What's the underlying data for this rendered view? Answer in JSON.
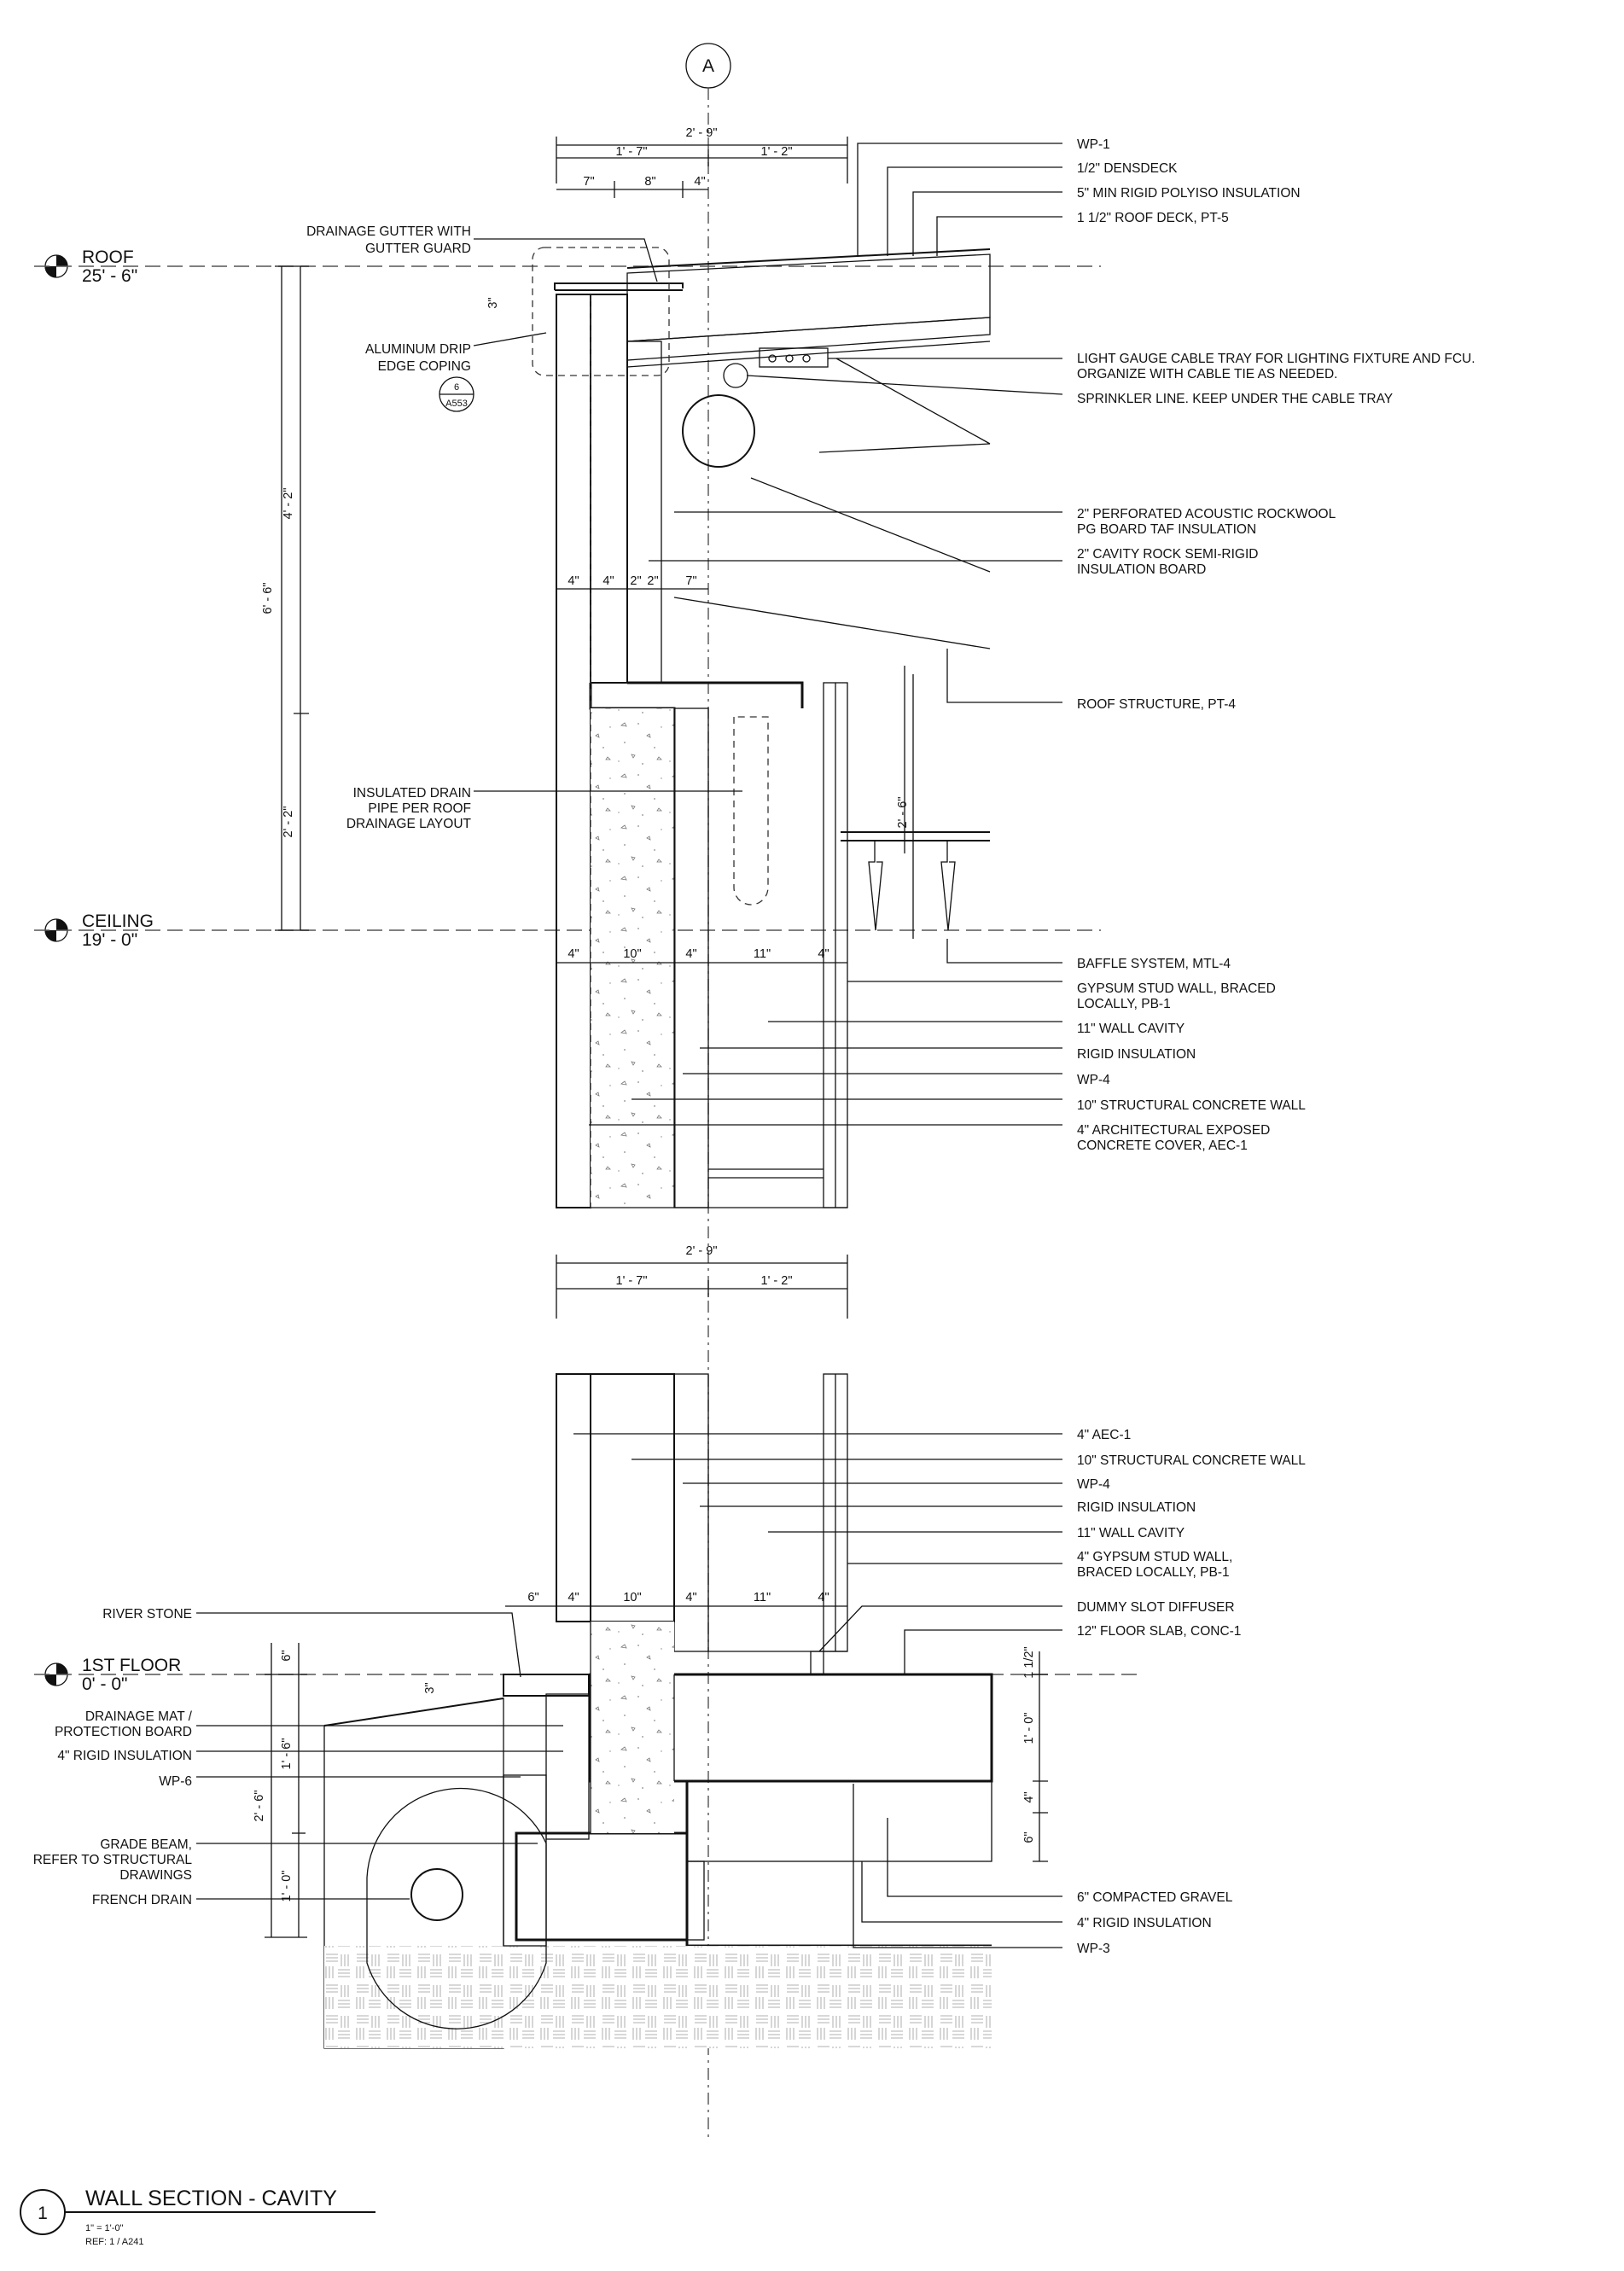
{
  "grid_marker": "A",
  "levels": {
    "roof": {
      "name": "ROOF",
      "elevation": "25' - 6\""
    },
    "ceiling": {
      "name": "CEILING",
      "elevation": "19' - 0\""
    },
    "first_floor": {
      "name": "1ST FLOOR",
      "elevation": "0' - 0\""
    }
  },
  "dimensions": {
    "top_overall": "2' - 9\"",
    "top_left": "1' - 7\"",
    "top_right": "1' - 2\"",
    "top_7": "7\"",
    "top_8": "8\"",
    "top_4": "4\"",
    "parapet_3": "3\"",
    "v_4_2": "4' - 2\"",
    "v_6_6": "6' - 6\"",
    "v_2_2": "2' - 2\"",
    "mid_4a": "4\"",
    "mid_4b": "4\"",
    "mid_2a": "2\"",
    "mid_2b": "2\"",
    "mid_7": "7\"",
    "v_2_6_ceiling": "2' - 6\"",
    "ceil_4a": "4\"",
    "ceil_10": "10\"",
    "ceil_4b": "4\"",
    "ceil_11": "11\"",
    "ceil_4c": "4\"",
    "low_overall": "2' - 9\"",
    "low_left": "1' - 7\"",
    "low_right": "1' - 2\"",
    "base_6": "6\"",
    "base_4a": "4\"",
    "base_10": "10\"",
    "base_4b": "4\"",
    "base_11": "11\"",
    "base_4c": "4\"",
    "ff_6": "6\"",
    "ff_3": "3\"",
    "ff_1_6": "1' - 6\"",
    "ff_2_6": "2' - 6\"",
    "ff_1_0": "1' - 0\"",
    "slab_1_1_2": "1 1/2\"",
    "slab_1_0": "1' - 0\"",
    "slab_4": "4\"",
    "slab_6": "6\""
  },
  "callout_ref": {
    "number": "6",
    "sheet": "A553"
  },
  "notes_top_right": [
    "WP-1",
    "1/2\" DENSDECK",
    "5\" MIN RIGID POLYISO INSULATION",
    "1 1/2\" ROOF DECK, PT-5"
  ],
  "notes_roof_left": {
    "gutter_1": "DRAINAGE GUTTER WITH",
    "gutter_2": "GUTTER GUARD",
    "drip_1": "ALUMINUM DRIP",
    "drip_2": "EDGE COPING",
    "drain_1": "INSULATED DRAIN",
    "drain_2": "PIPE PER ROOF",
    "drain_3": "DRAINAGE LAYOUT"
  },
  "notes_mid_right": {
    "tray_1": "LIGHT GAUGE CABLE TRAY FOR LIGHTING FIXTURE AND FCU.",
    "tray_2": "ORGANIZE WITH CABLE TIE AS NEEDED.",
    "sprinkler": "SPRINKLER LINE. KEEP UNDER THE CABLE TRAY",
    "acoustic_1": "2\" PERFORATED ACOUSTIC ROCKWOOL",
    "acoustic_2": "PG BOARD TAF INSULATION",
    "cavity_rock_1": "2\" CAVITY ROCK SEMI-RIGID",
    "cavity_rock_2": "INSULATION BOARD",
    "roof_structure": "ROOF STRUCTURE, PT-4"
  },
  "notes_ceiling_right": {
    "baffle": "BAFFLE SYSTEM, MTL-4",
    "gyp_1": "GYPSUM STUD WALL, BRACED",
    "gyp_2": "LOCALLY, PB-1",
    "cavity": "11\" WALL CAVITY",
    "rigid": "RIGID INSULATION",
    "wp4": "WP-4",
    "concrete": "10\" STRUCTURAL CONCRETE WALL",
    "aec_1": "4\" ARCHITECTURAL EXPOSED",
    "aec_2": "CONCRETE COVER, AEC-1"
  },
  "notes_lower_right": {
    "aec": "4\" AEC-1",
    "concrete": "10\" STRUCTURAL CONCRETE WALL",
    "wp4": "WP-4",
    "rigid": "RIGID INSULATION",
    "cavity": "11\" WALL CAVITY",
    "gyp_1": "4\" GYPSUM STUD WALL,",
    "gyp_2": "BRACED LOCALLY, PB-1",
    "diffuser": "DUMMY SLOT DIFFUSER",
    "slab": "12\" FLOOR SLAB, CONC-1"
  },
  "notes_foundation_left": {
    "river_stone": "RIVER STONE",
    "drainage_1": "DRAINAGE MAT /",
    "drainage_2": "PROTECTION BOARD",
    "rigid": "4\" RIGID INSULATION",
    "wp6": "WP-6",
    "grade_1": "GRADE BEAM,",
    "grade_2": "REFER TO STRUCTURAL",
    "grade_3": "DRAWINGS",
    "french": "FRENCH DRAIN"
  },
  "notes_foundation_right": {
    "gravel": "6\" COMPACTED GRAVEL",
    "rigid": "4\" RIGID INSULATION",
    "wp3": "WP-3"
  },
  "title_block": {
    "number": "1",
    "title": "WALL SECTION - CAVITY",
    "scale": "1\" = 1'-0\"",
    "ref": "REF: 1 / A241"
  }
}
